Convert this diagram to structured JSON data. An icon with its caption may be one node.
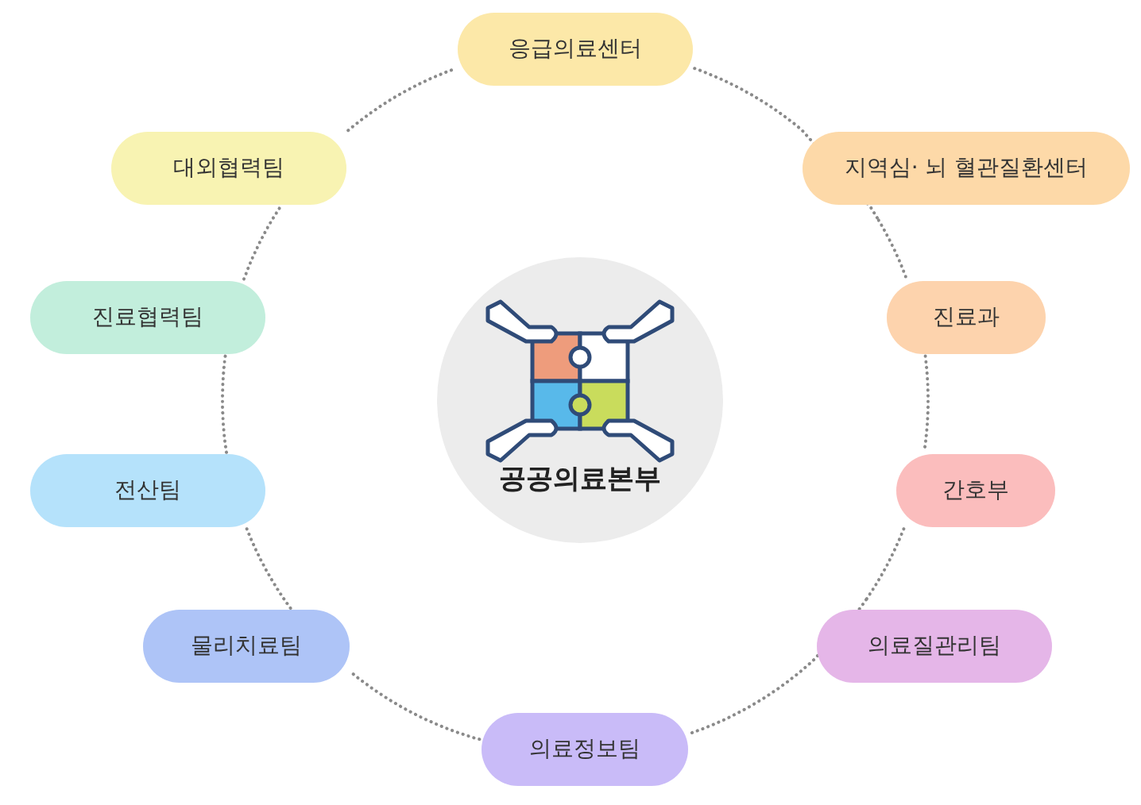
{
  "diagram": {
    "nodes": [
      {
        "text": [
          "응급의료센터"
        ]
      },
      {
        "text": [
          "지역심· 뇌 혈관질환센터"
        ]
      },
      {
        "text": [
          "진료과"
        ]
      },
      {
        "text": [
          "간호부"
        ]
      },
      {
        "text": [
          "의료질관리팀"
        ]
      },
      {
        "text": [
          "의료정보팀"
        ]
      },
      {
        "text": [
          "물리치료팀"
        ]
      },
      {
        "text": [
          "전산팀"
        ]
      },
      {
        "text": [
          "진료협력팀"
        ]
      },
      {
        "text": [
          "대외협력팀"
        ]
      },
      {
        "text": [
          "공공의료본부"
        ]
      }
    ],
    "edges": [
      {
        "from": 0,
        "to": 1,
        "arrow": "none"
      },
      {
        "from": 1,
        "to": 2,
        "arrow": "none"
      },
      {
        "from": 2,
        "to": 3,
        "arrow": "none"
      },
      {
        "from": 3,
        "to": 4,
        "arrow": "none"
      },
      {
        "from": 4,
        "to": 5,
        "arrow": "none"
      },
      {
        "from": 5,
        "to": 6,
        "arrow": "none"
      },
      {
        "from": 6,
        "to": 7,
        "arrow": "none"
      },
      {
        "from": 7,
        "to": 8,
        "arrow": "none"
      },
      {
        "from": 8,
        "to": 9,
        "arrow": "none"
      },
      {
        "from": 9,
        "to": 0,
        "arrow": "none"
      }
    ]
  }
}
